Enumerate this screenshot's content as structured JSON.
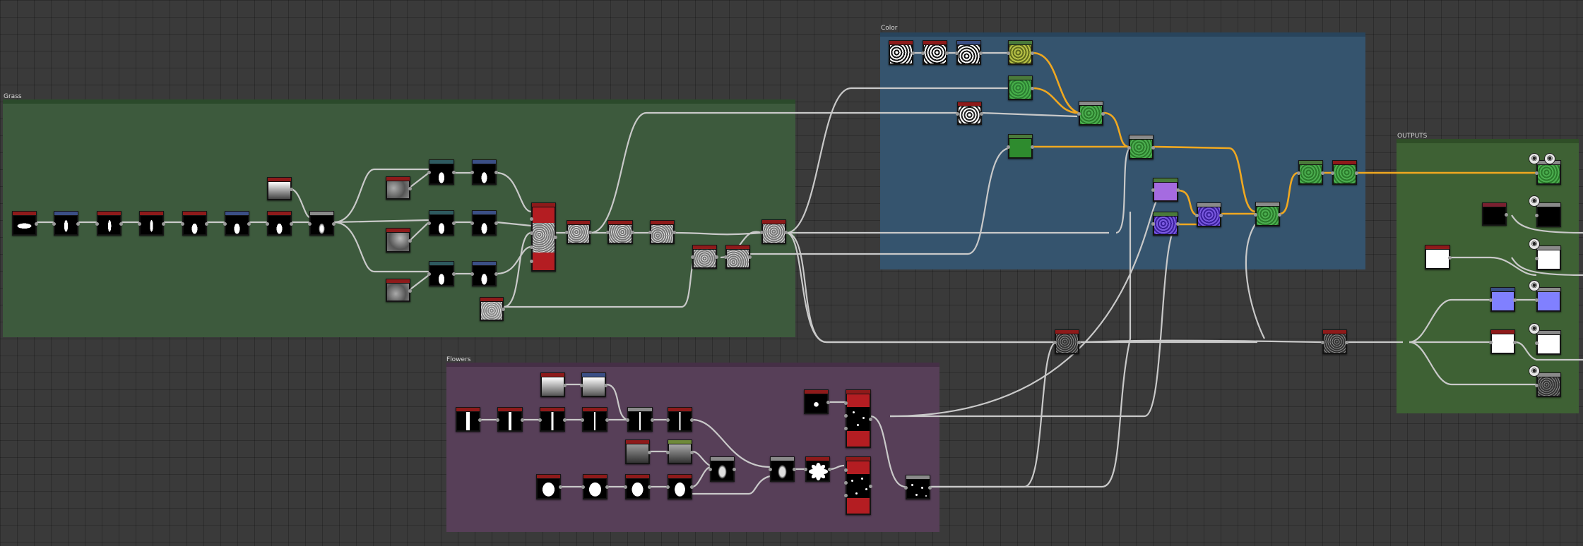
{
  "frames": {
    "grass": {
      "title": "Grass"
    },
    "color": {
      "title": "Color"
    },
    "flowers": {
      "title": "Flowers"
    },
    "outputs": {
      "title": "OUTPUTS"
    }
  },
  "colors": {
    "header_red": "#8e1a1a",
    "header_blue": "#3b4f86",
    "header_gray": "#8a8a8a",
    "header_green": "#4a7a3a",
    "wire": "#c9c9c9",
    "wire_selected": "#f0a820"
  },
  "output_icons": [
    "output-icon",
    "output-icon",
    "output-icon",
    "output-icon",
    "output-icon",
    "output-icon",
    "output-icon"
  ]
}
